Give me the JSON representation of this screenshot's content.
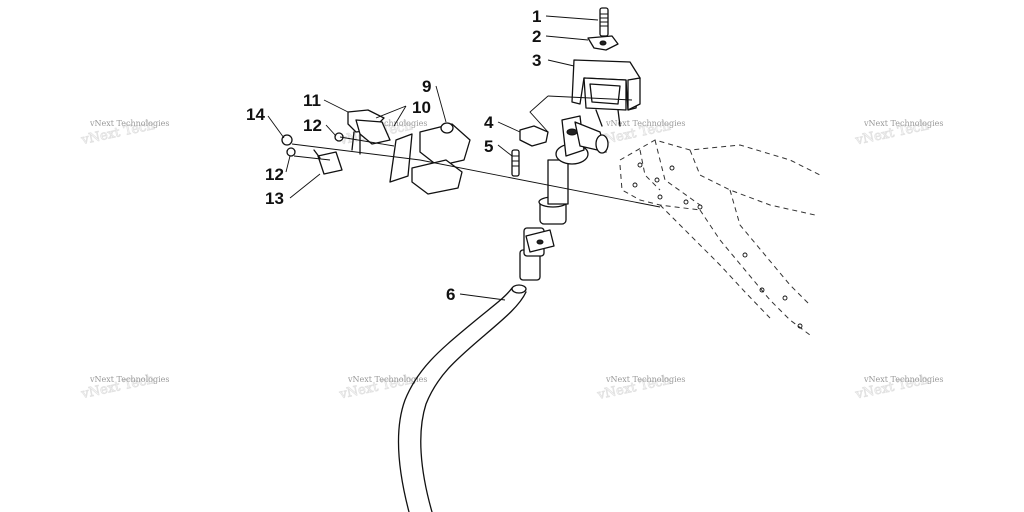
{
  "watermark": {
    "text": "vNext Technologies"
  },
  "callouts": [
    {
      "id": "1",
      "label": "1"
    },
    {
      "id": "2",
      "label": "2"
    },
    {
      "id": "3",
      "label": "3"
    },
    {
      "id": "4",
      "label": "4"
    },
    {
      "id": "5",
      "label": "5"
    },
    {
      "id": "6",
      "label": "6"
    },
    {
      "id": "9",
      "label": "9"
    },
    {
      "id": "10",
      "label": "10"
    },
    {
      "id": "11",
      "label": "11"
    },
    {
      "id": "12a",
      "label": "12"
    },
    {
      "id": "12b",
      "label": "12"
    },
    {
      "id": "13",
      "label": "13"
    },
    {
      "id": "14",
      "label": "14"
    }
  ]
}
